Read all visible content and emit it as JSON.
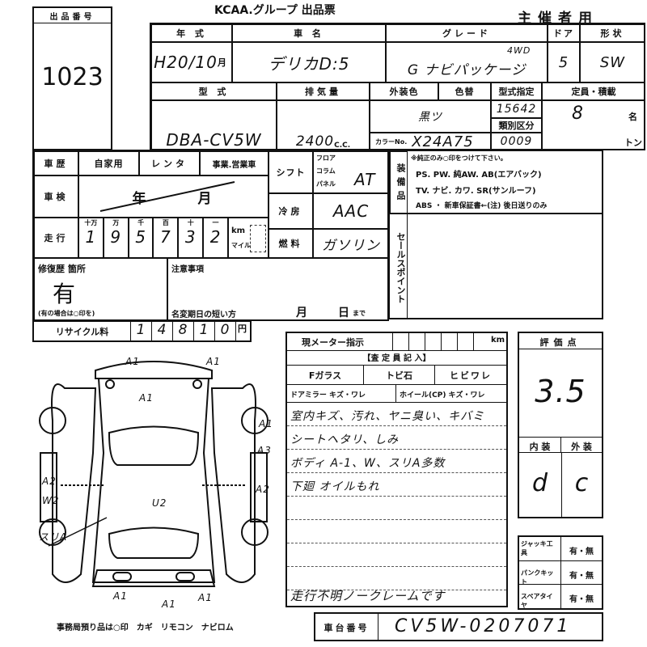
{
  "lot": {
    "label": "出品番号",
    "number": "1023"
  },
  "header": {
    "title": "KCAA.グループ 出品票",
    "copy": "主催者用"
  },
  "top": {
    "year_label": "年 式",
    "year": "H20/10",
    "month_unit": "月",
    "name_label": "車 名",
    "name": "デリカD:5",
    "grade_label": "グレード",
    "grade": "G ナビパッケージ",
    "grade_note": "4WD",
    "door_label": "ドア",
    "door": "5",
    "shape_label": "形状",
    "shape": "SW",
    "model_label": "型 式",
    "model": "DBA-CV5W",
    "displacement_label": "排気量",
    "displacement": "2400",
    "cc": "C.C.",
    "color_label": "外装色",
    "color": "黒ツ",
    "color_no_label": "カラーNo.",
    "color_no": "X24A75",
    "color_change_label": "色替",
    "type_designation_label": "型式指定",
    "type_designation": "15642",
    "class_label": "類別区分",
    "class": "0009",
    "capacity_label": "定員・積載",
    "capacity": "8",
    "persons": "名",
    "ton": "トン"
  },
  "history": {
    "label": "車歴",
    "options": [
      "自家用",
      "レンタ",
      "事業.営業車"
    ]
  },
  "inspection": {
    "label": "車検",
    "year": "年",
    "month": "月"
  },
  "mileage": {
    "label": "走行",
    "digit_labels": [
      "十万",
      "万",
      "千",
      "百",
      "十",
      "一"
    ],
    "digits": [
      "1",
      "9",
      "5",
      "7",
      "3",
      "2"
    ],
    "km": "km",
    "mile": "マイル"
  },
  "shift": {
    "label": "シフト",
    "options": [
      "フロア",
      "コラム",
      "パネル"
    ],
    "value": "AT"
  },
  "ac": {
    "label": "冷房",
    "value": "AAC"
  },
  "fuel": {
    "label": "燃料",
    "value": "ガソリン"
  },
  "equipment": {
    "label": "装備品",
    "note": "※純正のみ○印をつけて下さい。",
    "line1": "PS. PW. 純AW. AB(エアバック)",
    "line2": "TV. ナビ. カワ. SR(サンルーフ)",
    "line3": "ABS ・ 新車保証書←(注) 後日送りのみ"
  },
  "sales_point": {
    "label": "セールスポイント"
  },
  "repair": {
    "label": "修復歴 箇所",
    "value": "有",
    "note": "(有の場合は○印を)"
  },
  "caution": {
    "label": "注意事項",
    "rename_label": "名変期日の短い方",
    "month": "月",
    "day": "日",
    "until": "まで"
  },
  "recycle": {
    "label": "リサイクル料",
    "digits": [
      "1",
      "4",
      "8",
      "1",
      "0"
    ],
    "yen": "円"
  },
  "meter": {
    "label": "現メーター指示",
    "km": "km"
  },
  "inspector": {
    "label": "【査 定 員 記 入】",
    "fglass": "Fガラス",
    "chip": "トビ石",
    "crack": "ヒビワレ",
    "mirror": "ドアミラー キズ・ワレ",
    "wheel": "ホイール(CP) キズ・ワレ",
    "notes": [
      "室内キズ、汚れ、ヤニ臭い、キバミ",
      "シートヘタリ、しみ",
      "ボディ A-1、W、スリA多数",
      "下廻 オイルもれ",
      "",
      "",
      "",
      ""
    ],
    "footer": "走行不明ノークレームです"
  },
  "score": {
    "label": "評価点",
    "value": "3.5",
    "interior_label": "内 装",
    "exterior_label": "外 装",
    "interior": "d",
    "exterior": "c"
  },
  "accessories": [
    {
      "label": "ジャッキ工具",
      "value": "有・無"
    },
    {
      "label": "パンクキット",
      "value": "有・無"
    },
    {
      "label": "スペアタイヤ",
      "value": "有・無"
    }
  ],
  "chassis": {
    "label": "車台番号",
    "value": "CV5W-0207071"
  },
  "diagram": {
    "marks": [
      "A1",
      "A1",
      "A1",
      "A1",
      "A1",
      "A1",
      "A1",
      "A3",
      "A2",
      "A2",
      "W2",
      "スリA",
      "U2"
    ],
    "footer": "事務局預り品は○印　カギ　リモコン　ナビロム"
  }
}
